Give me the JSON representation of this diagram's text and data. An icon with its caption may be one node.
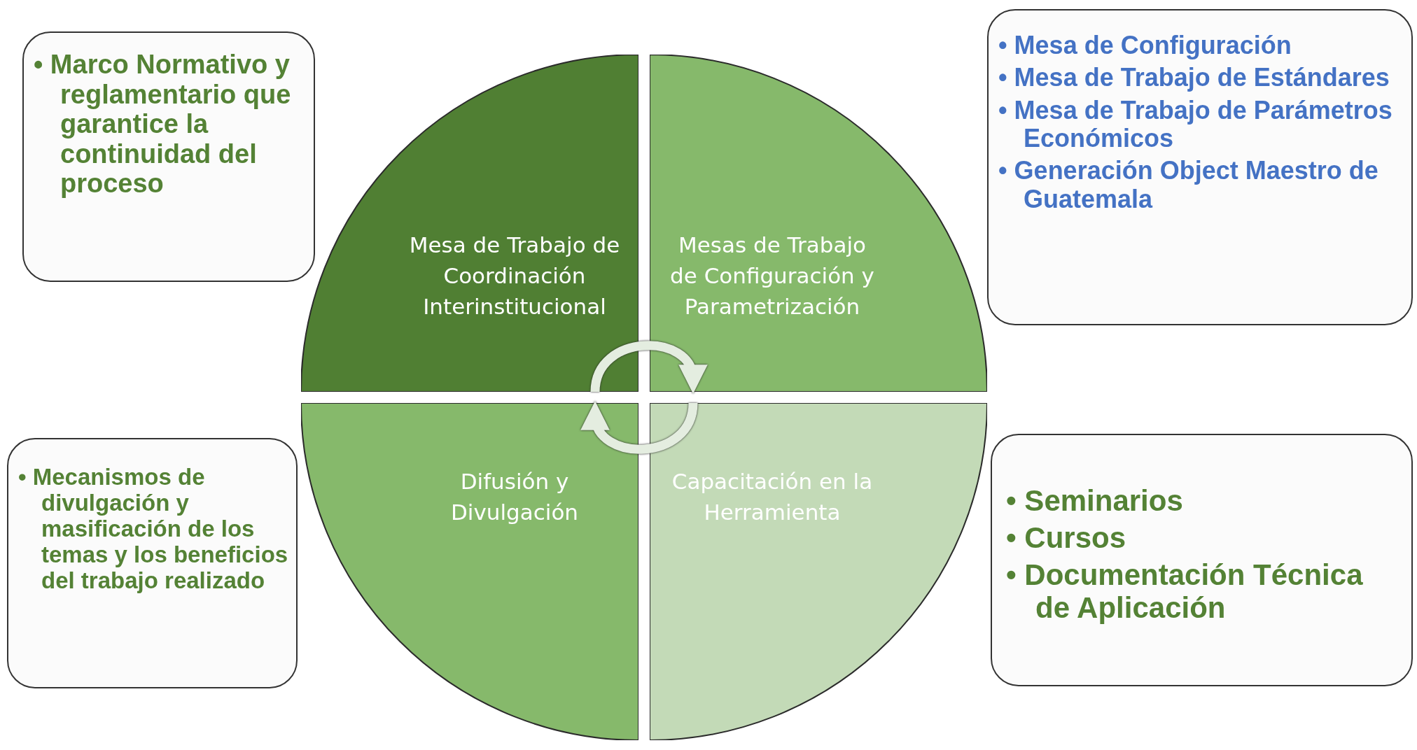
{
  "diagram": {
    "nodes": [
      {
        "text": [
          "• Marco Normativo y reglamentario que garantice la continuidad del proceso"
        ]
      },
      {
        "text": [
          "• Mesa de Configuración",
          "• Mesa de Trabajo de Estándares",
          "• Mesa de Trabajo de Parámetros Económicos",
          "• Generación Object Maestro de Guatemala"
        ]
      },
      {
        "text": [
          "Mesa de Trabajo de Coordinación Interinstitucional"
        ]
      },
      {
        "text": [
          "Mesas de Trabajo de Configuración y Parametrización"
        ]
      },
      {
        "text": [
          "• Mecanismos de divulgación y masificación de los temas y los beneficios del trabajo realizado"
        ]
      },
      {
        "text": [
          "Difusión y Divulgación"
        ]
      },
      {
        "text": [
          "Capacitación en la Herramienta"
        ]
      },
      {
        "text": [
          "• Seminarios",
          "• Cursos",
          "• Documentación Técnica de Aplicación"
        ]
      }
    ],
    "edges": [
      {
        "from": 2,
        "to": 3,
        "arrow": "to"
      },
      {
        "from": 6,
        "to": 5,
        "arrow": "to"
      }
    ]
  }
}
